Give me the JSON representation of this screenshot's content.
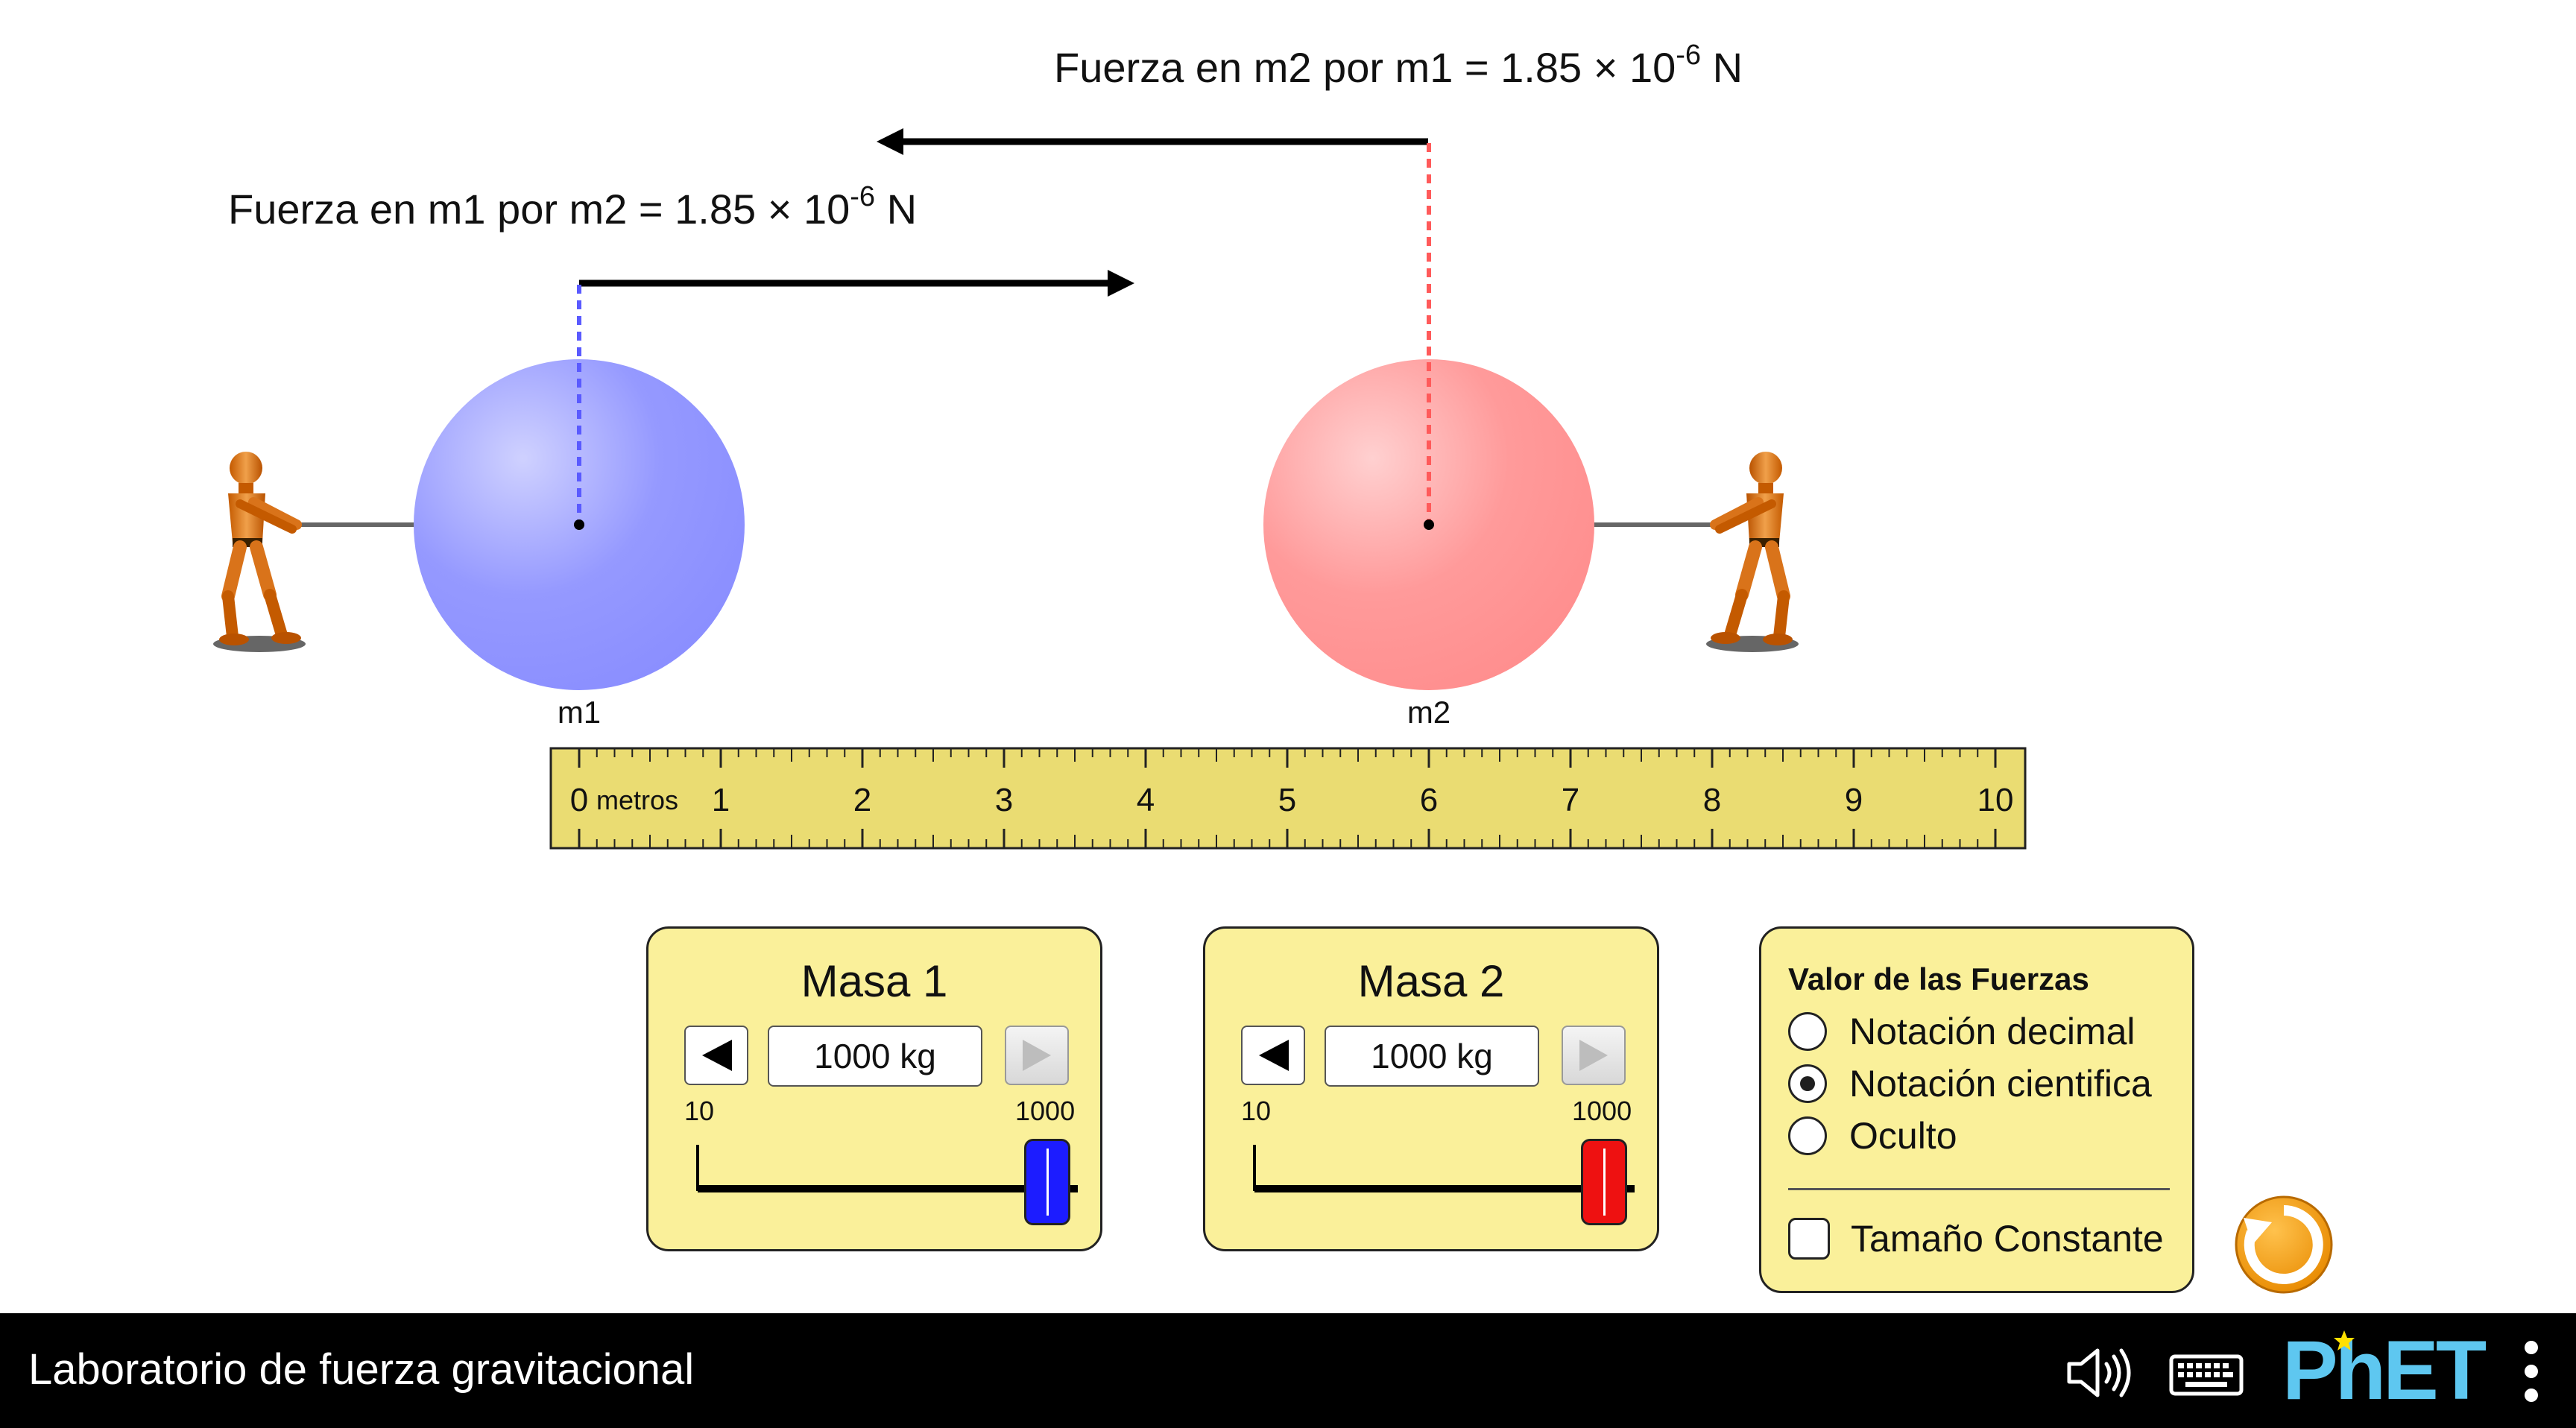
{
  "forces": {
    "on_m2_by_m1": {
      "label": "Fuerza en m2 por m1 = 1.85 × 10",
      "exp": "-6",
      "unit": " N"
    },
    "on_m1_by_m2": {
      "label": "Fuerza en m1 por m2 = 1.85 × 10",
      "exp": "-6",
      "unit": " N"
    }
  },
  "masses": {
    "m1": {
      "label": "m1",
      "color": "#8f93ff"
    },
    "m2": {
      "label": "m2",
      "color": "#ff9090"
    }
  },
  "ruler": {
    "ticks": [
      "0",
      "1",
      "2",
      "3",
      "4",
      "5",
      "6",
      "7",
      "8",
      "9",
      "10"
    ],
    "unit": "metros",
    "color": "#eadc72"
  },
  "mass_controls": [
    {
      "title": "Masa 1",
      "value": "1000 kg",
      "min_label": "10",
      "max_label": "1000",
      "value_number": 1000,
      "min": 10,
      "max": 1000,
      "thumb_color": "#1c1cff"
    },
    {
      "title": "Masa 2",
      "value": "1000 kg",
      "min_label": "10",
      "max_label": "1000",
      "value_number": 1000,
      "min": 10,
      "max": 1000,
      "thumb_color": "#ee1111"
    }
  ],
  "force_values_panel": {
    "title": "Valor de las Fuerzas",
    "options": [
      {
        "label": "Notación decimal",
        "selected": false
      },
      {
        "label": "Notación cientifica",
        "selected": true
      },
      {
        "label": "Oculto",
        "selected": false
      }
    ],
    "constant_size": {
      "label": "Tamaño Constante",
      "checked": false
    }
  },
  "navbar": {
    "title": "Laboratorio de fuerza gravitacional",
    "brand": "PhET",
    "icons": [
      "speaker-icon",
      "keyboard-icon",
      "phet-logo",
      "more-menu-icon"
    ]
  },
  "colors": {
    "panel_bg": "#faf09a",
    "reset_orange": "#f2a100"
  }
}
